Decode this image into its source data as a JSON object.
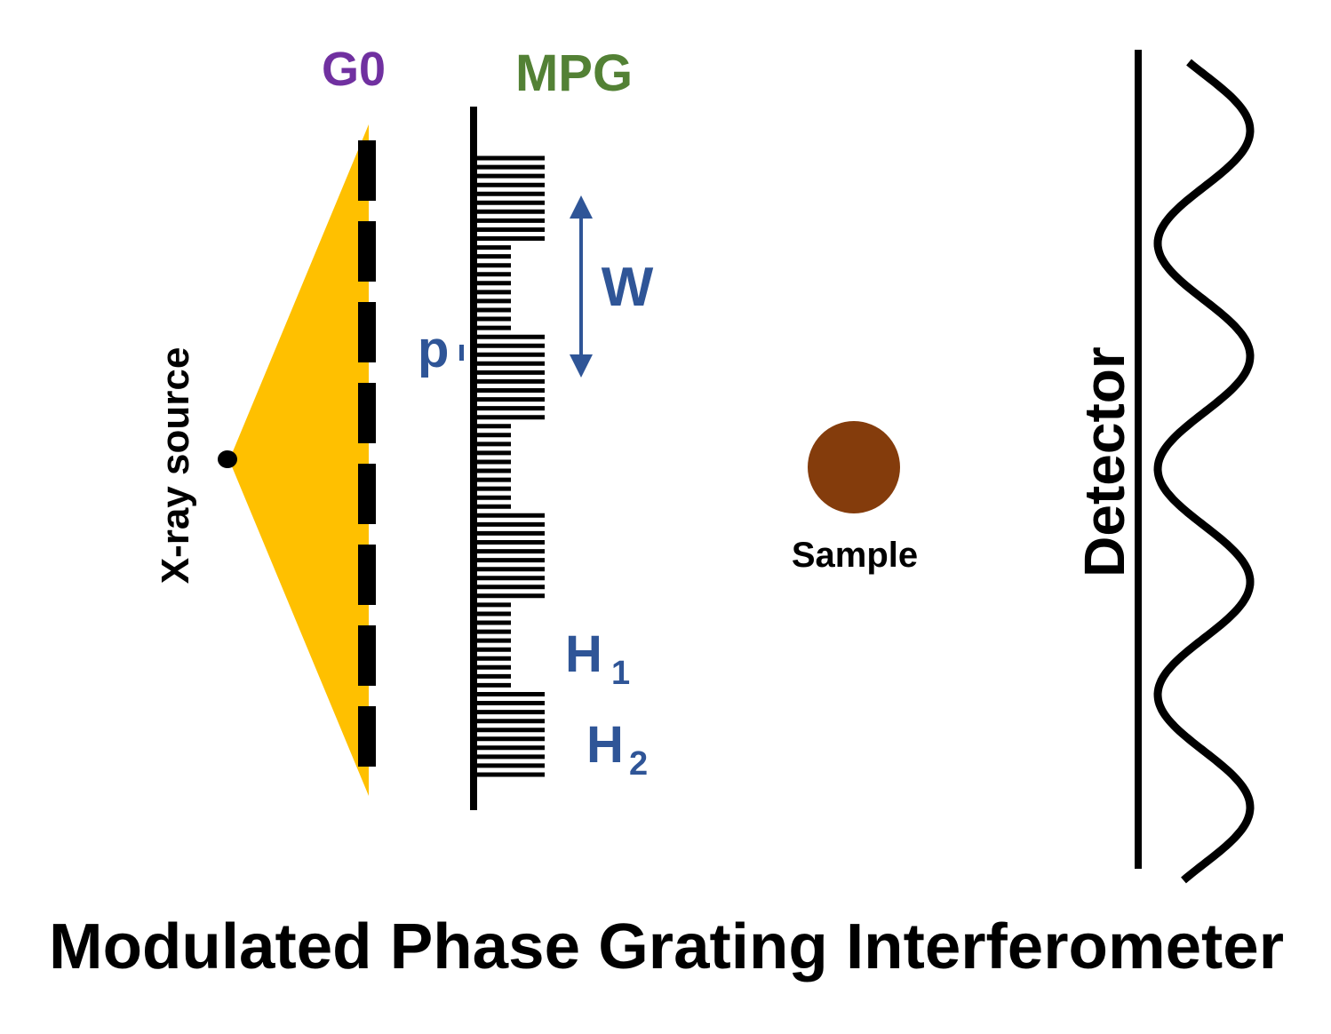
{
  "labels": {
    "g0": "G0",
    "mpg": "MPG",
    "w": "W",
    "p": "p",
    "h1_base": "H",
    "h1_sub": "1",
    "h2_base": "H",
    "h2_sub": "2",
    "source": "X-ray source",
    "sample": "Sample",
    "detector": "Detector",
    "caption": "Modulated Phase Grating Interferometer"
  },
  "colors": {
    "g0_label": "#7030A0",
    "mpg_label": "#538135",
    "annotation": "#2F5597",
    "beam": "#FFC000",
    "sample": "#843C0C",
    "ink": "#000000"
  },
  "grating_pattern": {
    "description_free": true,
    "groups": [
      "long",
      "short",
      "long",
      "short",
      "long",
      "short",
      "long"
    ]
  }
}
